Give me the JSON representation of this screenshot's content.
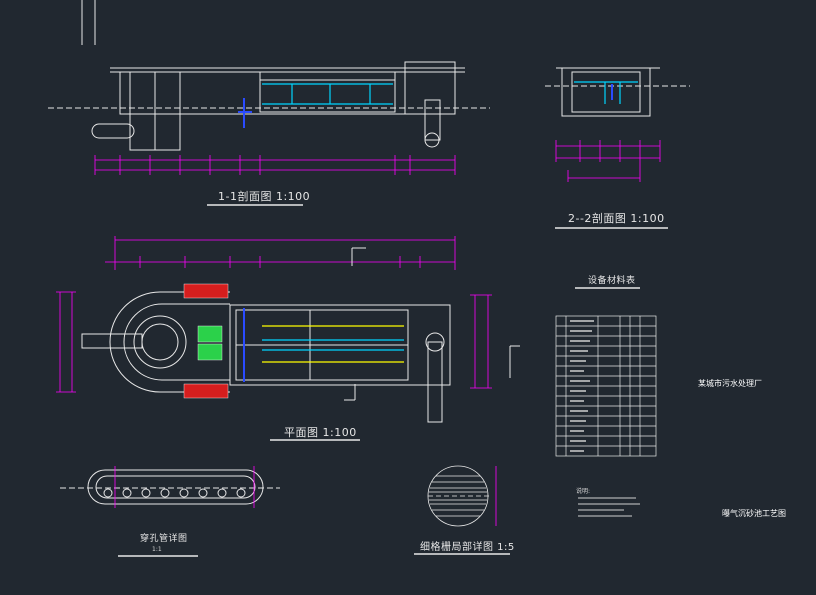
{
  "titles": {
    "section_1_1": "1-1剖面图 1:100",
    "section_2_2": "2--2剖面图 1:100",
    "plan": "平面图 1:100",
    "pipe_detail": "穿孔管详图",
    "pipe_detail_sub": "1:1",
    "fine_screen_detail": "细格栅局部详图 1:5",
    "equipment_table": "设备材料表"
  },
  "side_labels": {
    "project": "某城市污水处理厂",
    "drawing": "曝气沉砂池工艺图"
  },
  "notes_heading": "说明:",
  "colors": {
    "background": "#212830",
    "line": "#e8e8e8",
    "dimension": "#ff00ff",
    "water": "#00d5ff",
    "pipe_blue": "#2a4bff",
    "yellow": "#ffff00",
    "green": "#2bd14a",
    "red": "#d61e1e"
  }
}
